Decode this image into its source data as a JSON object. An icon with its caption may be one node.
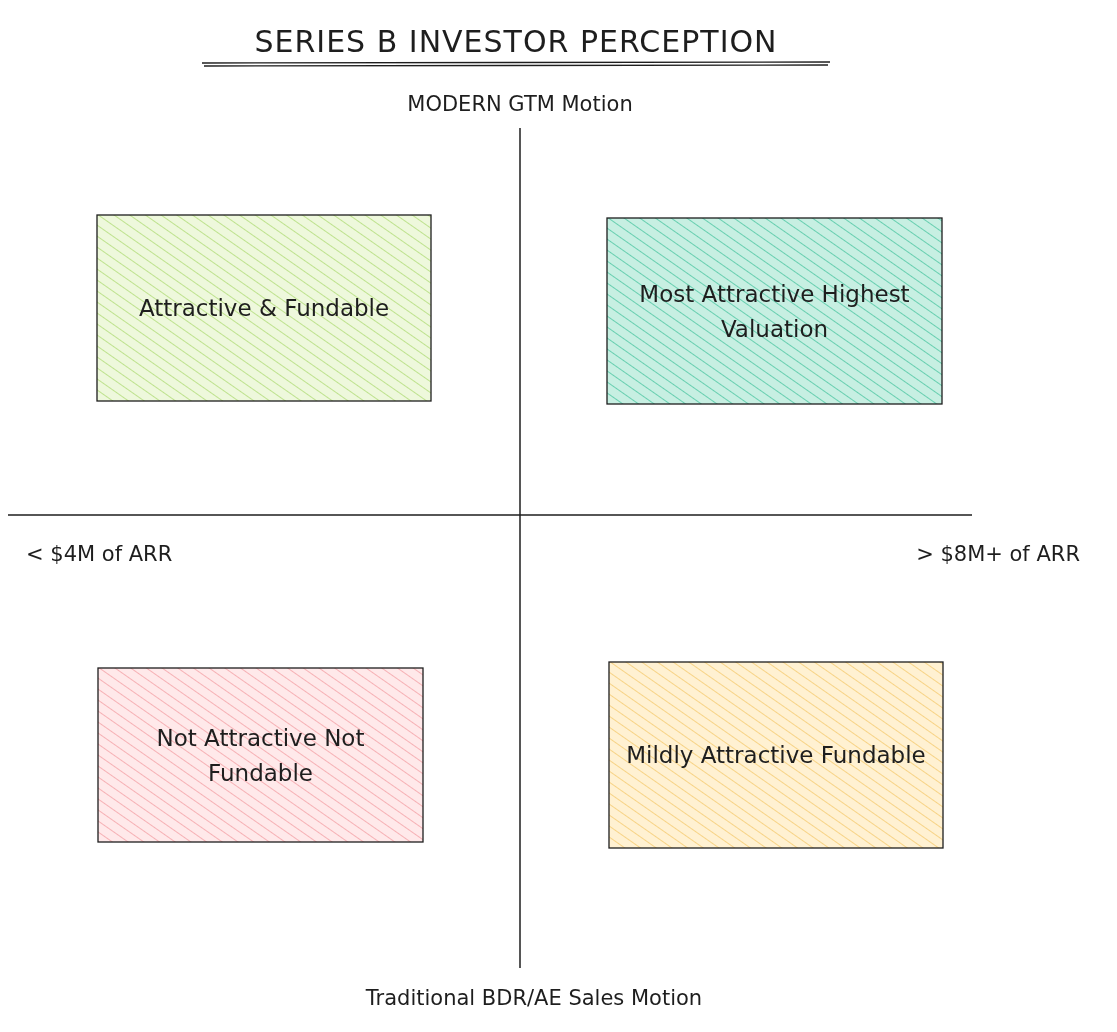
{
  "diagram": {
    "title": "SERIES B INVESTOR PERCEPTION",
    "nodes": [
      {
        "text": [
          "Attractive & Fundable"
        ]
      },
      {
        "text": [
          "Most Attractive Highest Valuation"
        ]
      },
      {
        "text": [
          "Not Attractive Not Fundable"
        ]
      },
      {
        "text": [
          "Mildly Attractive Fundable"
        ]
      }
    ],
    "edges": [],
    "labels": [
      "MODERN GTM Motion",
      "< $4M of ARR",
      "> $8M+ of ARR",
      "Traditional BDR/AE Sales Motion"
    ]
  }
}
